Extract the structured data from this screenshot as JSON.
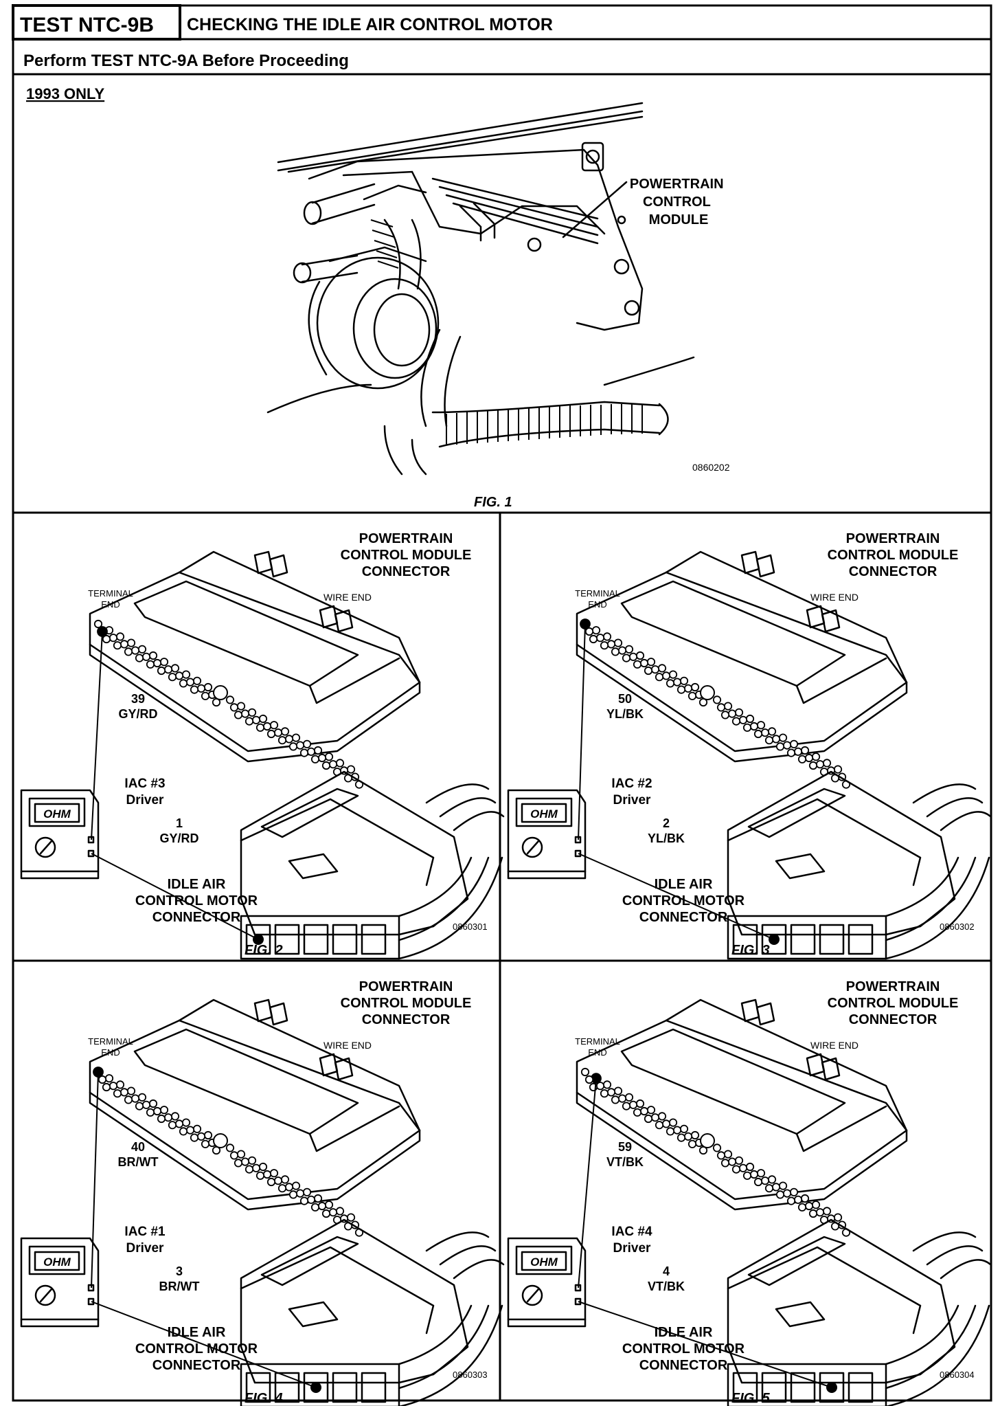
{
  "header": {
    "test_id": "TEST NTC-9B",
    "title": "CHECKING THE IDLE AIR CONTROL MOTOR",
    "prerequisite": "Perform TEST NTC-9A Before Proceeding"
  },
  "fig1": {
    "note": "1993 ONLY",
    "label_lines": [
      "POWERTRAIN",
      "CONTROL",
      "MODULE"
    ],
    "code": "0860202",
    "caption": "FIG. 1"
  },
  "panels": [
    {
      "caption": "FIG. 2",
      "code": "0860301",
      "pcm_label": [
        "POWERTRAIN",
        "CONTROL MODULE",
        "CONNECTOR"
      ],
      "terminal_end": [
        "TERMINAL",
        "END"
      ],
      "wire_end": "WIRE END",
      "pcm_pin": [
        "39",
        "GY/RD"
      ],
      "iac_driver": [
        "IAC #3",
        "Driver"
      ],
      "iac_pin": [
        "1",
        "GY/RD"
      ],
      "iac_label": [
        "IDLE AIR",
        "CONTROL MOTOR",
        "CONNECTOR"
      ],
      "meter": "OHM"
    },
    {
      "caption": "FIG. 3",
      "code": "0860302",
      "pcm_label": [
        "POWERTRAIN",
        "CONTROL MODULE",
        "CONNECTOR"
      ],
      "terminal_end": [
        "TERMINAL",
        "END"
      ],
      "wire_end": "WIRE END",
      "pcm_pin": [
        "50",
        "YL/BK"
      ],
      "iac_driver": [
        "IAC #2",
        "Driver"
      ],
      "iac_pin": [
        "2",
        "YL/BK"
      ],
      "iac_label": [
        "IDLE AIR",
        "CONTROL MOTOR",
        "CONNECTOR"
      ],
      "meter": "OHM"
    },
    {
      "caption": "FIG. 4",
      "code": "0860303",
      "pcm_label": [
        "POWERTRAIN",
        "CONTROL MODULE",
        "CONNECTOR"
      ],
      "terminal_end": [
        "TERMINAL",
        "END"
      ],
      "wire_end": "WIRE END",
      "pcm_pin": [
        "40",
        "BR/WT"
      ],
      "iac_driver": [
        "IAC #1",
        "Driver"
      ],
      "iac_pin": [
        "3",
        "BR/WT"
      ],
      "iac_label": [
        "IDLE AIR",
        "CONTROL MOTOR",
        "CONNECTOR"
      ],
      "meter": "OHM"
    },
    {
      "caption": "FIG. 5",
      "code": "0860304",
      "pcm_label": [
        "POWERTRAIN",
        "CONTROL MODULE",
        "CONNECTOR"
      ],
      "terminal_end": [
        "TERMINAL",
        "END"
      ],
      "wire_end": "WIRE END",
      "pcm_pin": [
        "59",
        "VT/BK"
      ],
      "iac_driver": [
        "IAC #4",
        "Driver"
      ],
      "iac_pin": [
        "4",
        "VT/BK"
      ],
      "iac_label": [
        "IDLE AIR",
        "CONTROL MOTOR",
        "CONNECTOR"
      ],
      "meter": "OHM"
    }
  ]
}
